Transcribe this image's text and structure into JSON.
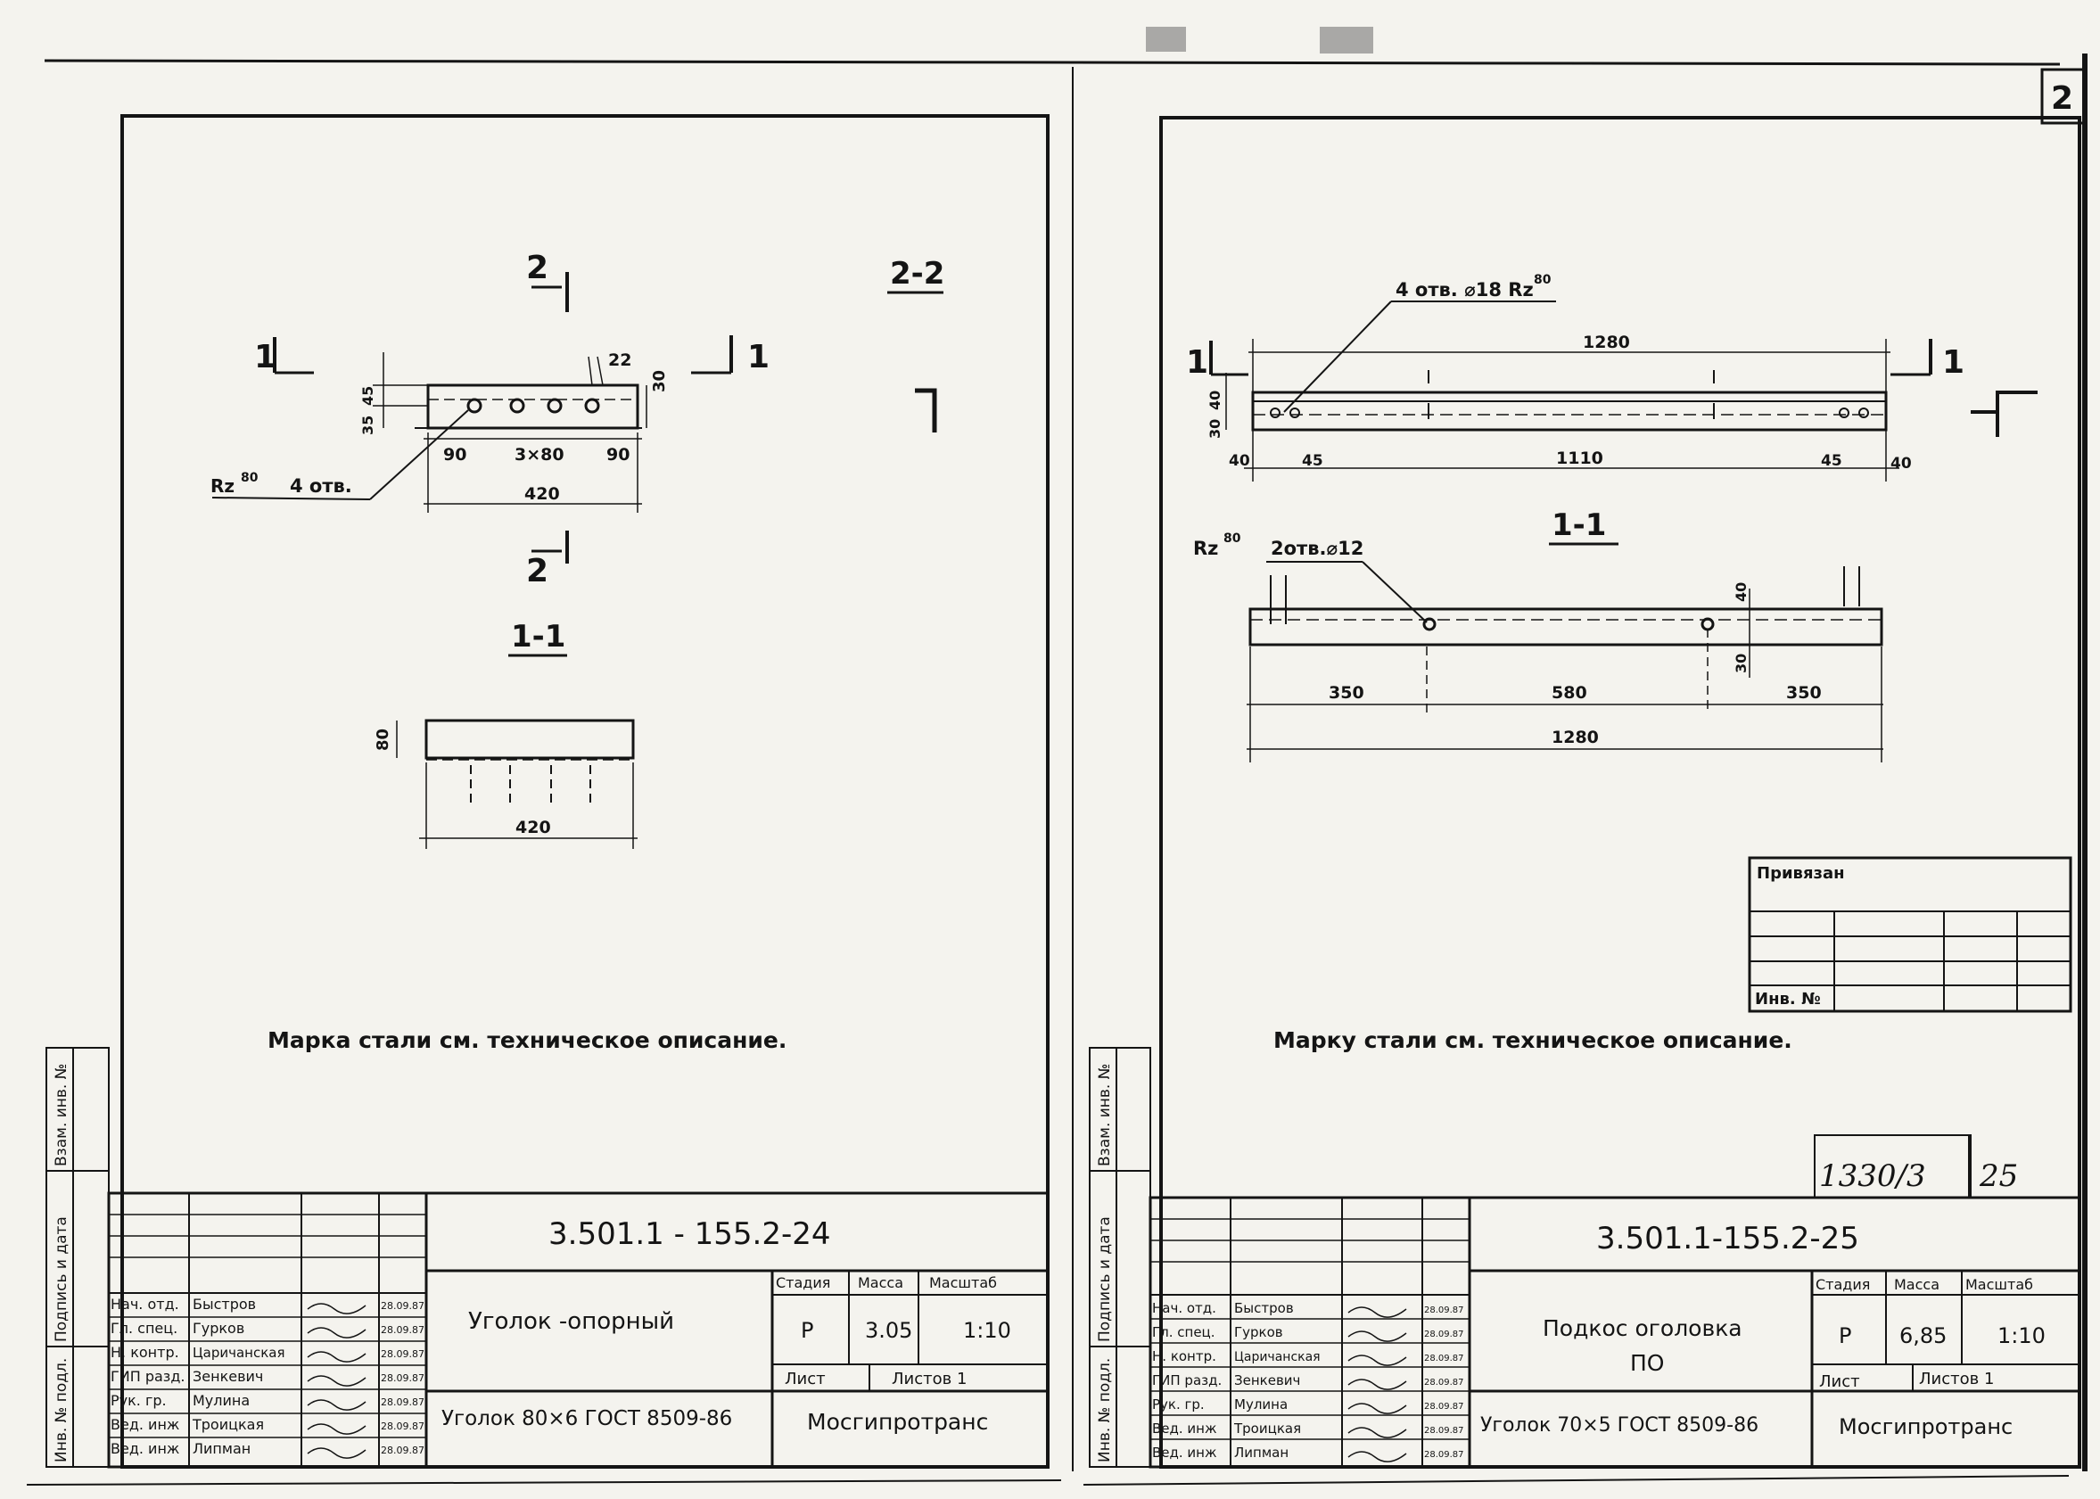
{
  "corner_page_number": "2",
  "left_sheet": {
    "section_mark_2": "2",
    "section_mark_1": "1",
    "section_title_2_2": "2-2",
    "section_title_1_1": "1-1",
    "dims_plan": {
      "width_total": "420",
      "hole_spacing": "3×80",
      "edge_left": "90",
      "edge_right": "90",
      "height": "30",
      "hole_dia_label": "22",
      "vertical_a": "35",
      "vertical_b": "45"
    },
    "holes_note": {
      "rz": "Rz",
      "rz_val": "80",
      "count": "4  отв."
    },
    "dims_section": {
      "height": "80",
      "width": "420"
    },
    "note": "Марка стали см. техническое описание.",
    "title_block": {
      "code": "3.501.1 - 155.2-24",
      "name": "Уголок -опорный",
      "material": "Уголок 80×6  ГОСТ 8509-86",
      "head_stage": "Стадия",
      "head_mass": "Масса",
      "head_scale": "Масштаб",
      "stage": "Р",
      "mass": "3.05",
      "scale": "1:10",
      "sheet_label": "Лист",
      "sheets_label": "Листов 1",
      "org": "Мосгипротранс"
    }
  },
  "right_sheet": {
    "section_mark_1": "1",
    "section_title_1_1": "1-1",
    "holes_top": {
      "label": "4 отв. ⌀18 Rz",
      "rz_val": "80"
    },
    "holes_bottom": {
      "rz": "Rz",
      "rz_val": "80",
      "label": "2отв.⌀12"
    },
    "dims_plan": {
      "total": "1280",
      "left_edge": "40",
      "left_hole": "45",
      "middle": "1110",
      "right_hole": "45",
      "right_edge": "40",
      "v_a": "30",
      "v_b": "40"
    },
    "dims_section": {
      "a": "350",
      "b": "580",
      "c": "350",
      "total": "1280",
      "v_a": "40",
      "v_b": "30"
    },
    "note": "Марку стали см. техническое описание.",
    "binding_header": "Привязан",
    "binding_inv": "Инв. №",
    "stamp_number": "1330/3",
    "stamp_page": "25",
    "title_block": {
      "code": "3.501.1-155.2-25",
      "name_line1": "Подкос оголовка",
      "name_line2": "ПО",
      "material": "Уголок 70×5  ГОСТ 8509-86",
      "head_stage": "Стадия",
      "head_mass": "Масса",
      "head_scale": "Масштаб",
      "stage": "Р",
      "mass": "6,85",
      "scale": "1:10",
      "sheet_label": "Лист",
      "sheets_label": "Листов 1",
      "org": "Мосгипротранс"
    }
  },
  "side_strip": {
    "inv": "Инв. № подл.",
    "sign": "Подпись и дата",
    "replace": "Взам. инв. №"
  },
  "signatures": {
    "roles": [
      "Нач. отд.",
      "Гл. спец.",
      "Н. контр.",
      "ГИП разд.",
      "Рук. гр.",
      "Вед. инж",
      "Вед. инж"
    ],
    "names": [
      "Быстров",
      "Гурков",
      "Царичанская",
      "Зенкевич",
      "Мулина",
      "Троицкая",
      "Липман"
    ],
    "dates": [
      "28.09.87",
      "28.09.87",
      "28.09.87",
      "28.09.87",
      "28.09.87",
      "28.09.87",
      "28.09.87"
    ]
  }
}
